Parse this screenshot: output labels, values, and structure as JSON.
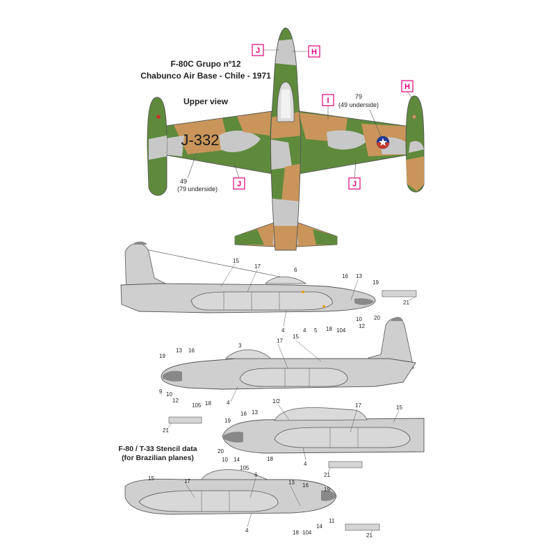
{
  "title": {
    "line1": "F-80C  Grupo nº12",
    "line2": "Chabunco Air Base - Chile - 1971"
  },
  "upper_view_label": "Upper view",
  "serial": "J-332",
  "stencil_title": {
    "line1": "F-80 / T-33 Stencil data",
    "line2": "(for Brazilian planes)"
  },
  "markers": {
    "J_nose": "J",
    "H_nose": "H",
    "I_wing": "I",
    "H_tip": "H",
    "J_left": "J",
    "J_right": "J"
  },
  "wing_notes": {
    "right_top": "79",
    "right_bottom": "(49 underside)",
    "left_top": "49",
    "left_bottom": "(79 underside)"
  },
  "callouts": {
    "s1": [
      "15",
      "17",
      "6",
      "16",
      "13",
      "19",
      "21",
      "4",
      "4",
      "5",
      "18",
      "104",
      "10",
      "12",
      "20"
    ],
    "s2": [
      "3",
      "17",
      "15",
      "19",
      "13",
      "16",
      "9",
      "10",
      "12",
      "105",
      "18",
      "4",
      "21"
    ],
    "s3": [
      "1/2",
      "17",
      "15",
      "19",
      "16",
      "13",
      "20",
      "10",
      "14",
      "105",
      "18",
      "4",
      "21"
    ],
    "s4": [
      "15",
      "17",
      "6",
      "13",
      "16",
      "19",
      "4",
      "18",
      "104",
      "14",
      "11",
      "21"
    ]
  },
  "colors": {
    "green": "#5f8a3c",
    "tan": "#c9955a",
    "grey": "#c8c8c8",
    "light_grey": "#d5d5d5",
    "outline": "#555555",
    "magenta": "#e0007a"
  }
}
